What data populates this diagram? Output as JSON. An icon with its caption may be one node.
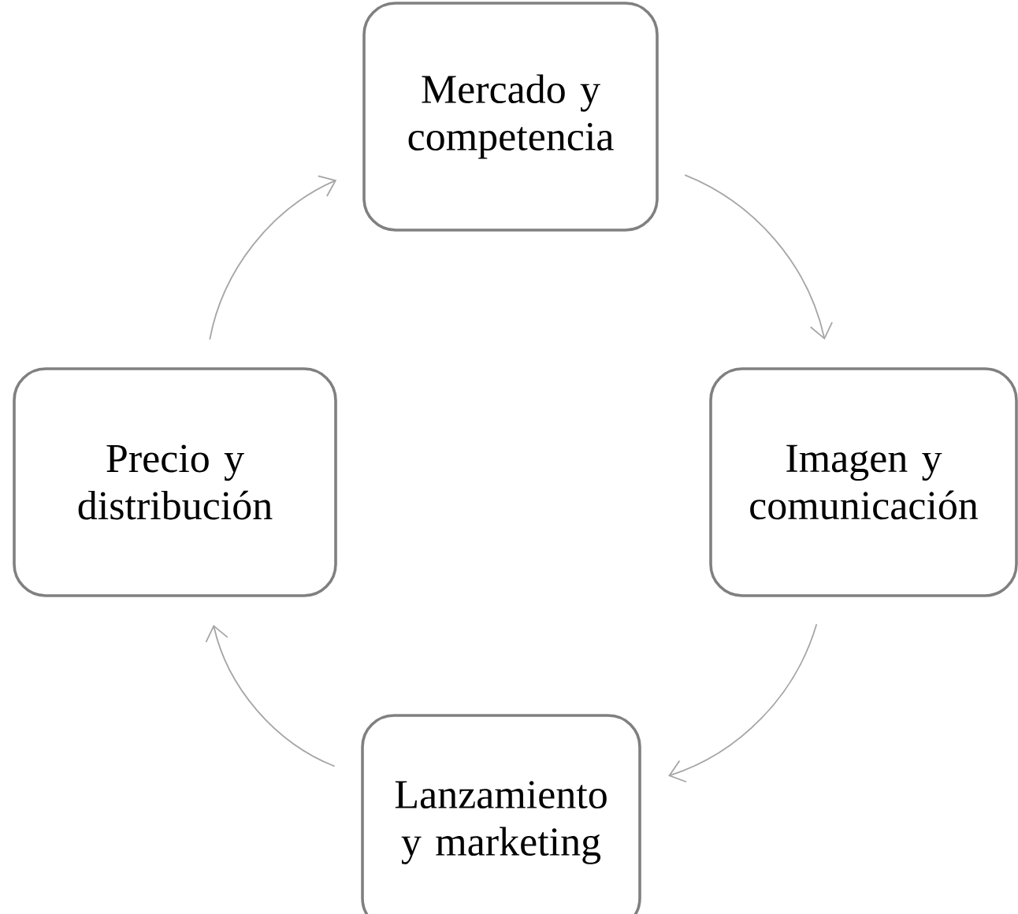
{
  "diagram": {
    "nodes": [
      {
        "text": [
          "Mercado y competencia"
        ]
      },
      {
        "text": [
          "Imagen y comunicación"
        ]
      },
      {
        "text": [
          "Lanzamiento y marketing"
        ]
      },
      {
        "text": [
          "Precio y distribución"
        ]
      }
    ],
    "edges": [
      {
        "from": 0,
        "to": 1,
        "arrow": "to"
      },
      {
        "from": 1,
        "to": 2,
        "arrow": "to"
      },
      {
        "from": 2,
        "to": 3,
        "arrow": "to"
      },
      {
        "from": 3,
        "to": 0,
        "arrow": "to"
      }
    ]
  }
}
